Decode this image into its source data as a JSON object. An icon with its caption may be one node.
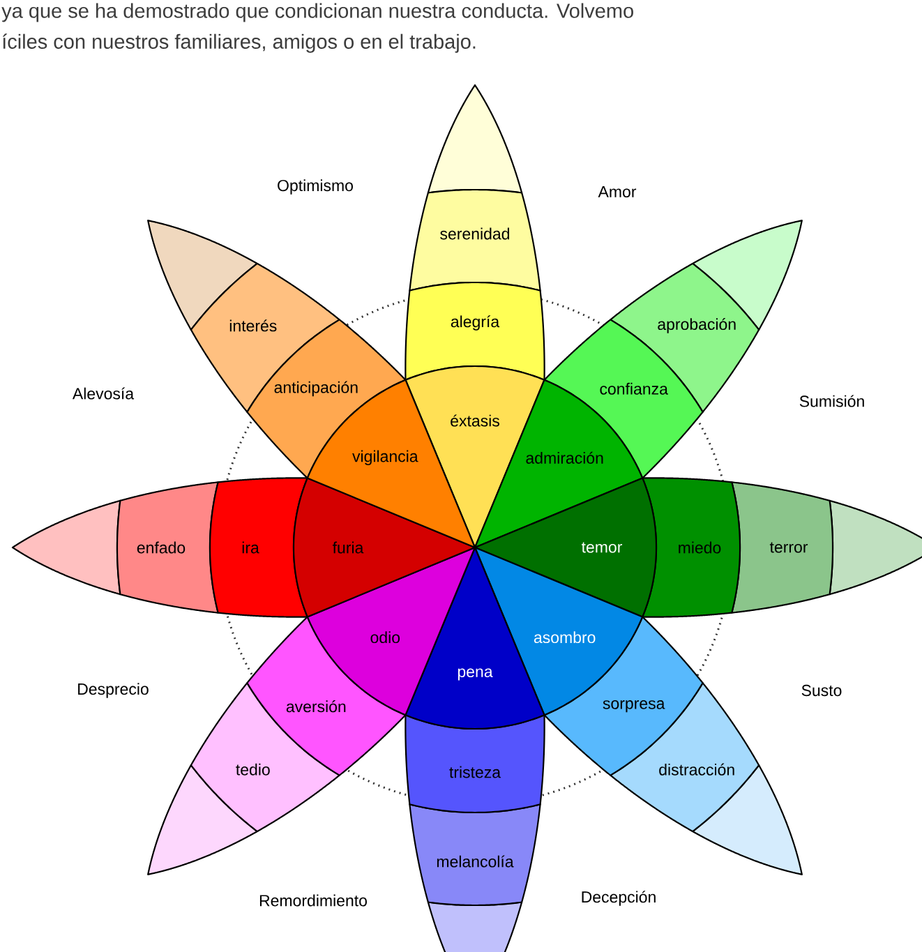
{
  "diagram": {
    "nodes": [
      {
        "text": [],
        "shape": "petal"
      },
      {
        "text": [
          "serenidad"
        ]
      },
      {
        "text": [
          "alegría"
        ]
      },
      {
        "text": [
          "éxtasis"
        ]
      },
      {
        "text": [],
        "shape": "petal"
      },
      {
        "text": [
          "aprobación"
        ]
      },
      {
        "text": [
          "confianza"
        ]
      },
      {
        "text": [
          "admiración"
        ]
      },
      {
        "text": [],
        "shape": "petal"
      },
      {
        "text": [
          "terror"
        ]
      },
      {
        "text": [
          "miedo"
        ]
      },
      {
        "text": [
          "temor"
        ]
      },
      {
        "text": [],
        "shape": "petal"
      },
      {
        "text": [
          "distracción"
        ]
      },
      {
        "text": [
          "sorpresa"
        ]
      },
      {
        "text": [
          "asombro"
        ]
      },
      {
        "text": [],
        "shape": "petal"
      },
      {
        "text": [
          "melancolía"
        ]
      },
      {
        "text": [
          "tristeza"
        ]
      },
      {
        "text": [
          "pena"
        ]
      },
      {
        "text": [],
        "shape": "petal"
      },
      {
        "text": [
          "tedio"
        ]
      },
      {
        "text": [
          "aversión"
        ]
      },
      {
        "text": [
          "odio"
        ]
      },
      {
        "text": [],
        "shape": "petal"
      },
      {
        "text": [
          "enfado"
        ]
      },
      {
        "text": [
          "ira"
        ]
      },
      {
        "text": [
          "furia"
        ]
      },
      {
        "text": [],
        "shape": "petal"
      },
      {
        "text": [
          "interés"
        ]
      },
      {
        "text": [
          "anticipación"
        ]
      },
      {
        "text": [
          "vigilancia"
        ]
      }
    ],
    "labels": [
      "ya que se ha demostrado que condicionan nuestra conducta. Volvemo",
      "íciles con nuestros familiares, amigos o en el trabajo.",
      "Optimismo",
      "Amor",
      "Alevosía",
      "Sumisión",
      "Desprecio",
      "Susto",
      "Decepción",
      "Remordimiento"
    ]
  }
}
